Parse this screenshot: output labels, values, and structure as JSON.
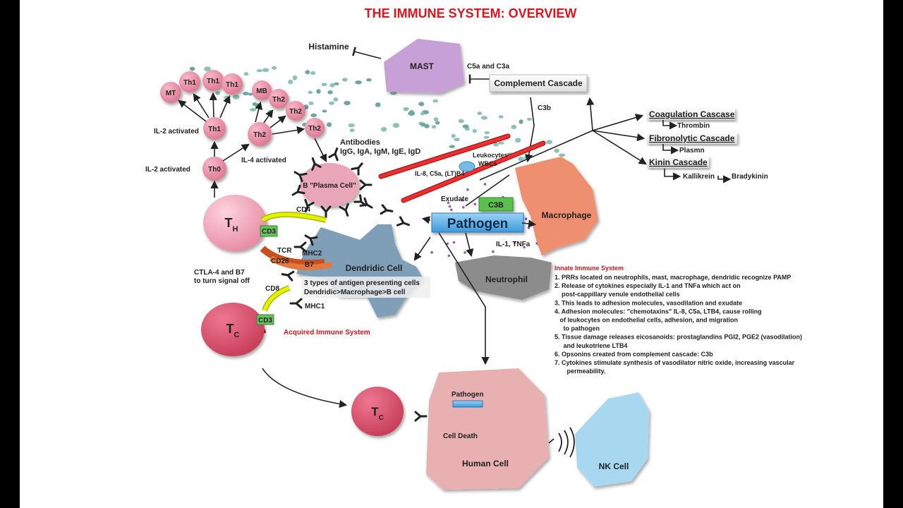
{
  "title": "THE IMMUNE SYSTEM: OVERVIEW",
  "labels": {
    "histamine": "Histamine",
    "mast": "MAST",
    "c5a_c3a": "C5a and C3a",
    "complement_cascade": "Complement Cascade",
    "c3b": "C3b",
    "coagulation_cascade": "Coagulation Cascase",
    "thrombin": "Thrombin",
    "fibronolytic_cascade": "Fibronolytic Cascade",
    "plasmn": "Plasmn",
    "kinin_cascade": "Kinin Cascade",
    "kallikrein": "Kallikrein",
    "bradykinin": "Bradykinin",
    "antibodies": "Antibodies",
    "antibody_types": "IgG, IgA, IgM, IgE, IgD",
    "leukocytes": "Leukocytes",
    "wbcs": "WBCs",
    "il8": "IL-8, C5a, (LT)B4",
    "exudate": "Exudate",
    "c3b_box": "C3B",
    "pathogen": "Pathogen",
    "macrophage": "Macrophage",
    "il1_tnfa": "IL-1, TNFa",
    "neutrophil": "Neutrophil",
    "plasma_cell": "B \"Plasma Cell\"",
    "il2_activated_1": "IL-2 activated",
    "il2_activated_2": "IL-2 activated",
    "il4_activated": "IL-4 activated",
    "mt": "MT",
    "th1": "Th1",
    "mb": "MB",
    "th2": "Th2",
    "th0": "Th0",
    "th_main": "T",
    "th_sub": "H",
    "cd4": "CD4",
    "cd3": "CD3",
    "tcr": "TCR",
    "mhc2": "MHC2",
    "cd28": "CD28",
    "b7": "B7",
    "dendritic_cell": "Dendridic Cell",
    "apc_line1": "3 types of antigen presenting cells",
    "apc_line2": "Dendridic>Macrophage>B cell",
    "ctla4_line1": "CTLA-4 and B7",
    "ctla4_line2": "to turn signal off",
    "cd8": "CD8",
    "mhc1": "MHC1",
    "tc_main": "T",
    "tc_sub": "C",
    "acquired": "Acquired Immune System",
    "pathogen_small": "Pathogen",
    "cell_death": "Cell Death",
    "human_cell": "Human Cell",
    "nk_cell": "NK Cell"
  },
  "innate": {
    "heading": "Innate Immune System",
    "lines": [
      "1. PRRs located on neutrophils, mast, macrophage, dendridic recognize PAMP",
      "2. Release of cytokines especially IL-1 and TNFa which act on",
      "    post-cappillary venule endothelial cells",
      "3. This leads to adhesion molecules, vasodilation and exudate",
      "4. Adhesion molecules: \"chemotaxins\" IL-8, C5a, LTB4, cause rolling",
      "   of leukocytes on endothelial cells, adhesion, and migration",
      "     to pathogen",
      "5. Tissue damage releases eicosanoids: prostaglandins PGI2, PGE2 (vasodilation)",
      "     and leukotriene LTB4",
      "6. Opsonins created from complement cascade: C3b",
      "7. Cytokines stimulate synthesis of vasodilator nitric oxide, increasing vascular",
      "       permeability."
    ]
  },
  "colors": {
    "title": "#e0141e",
    "t_cell_pink": "#f0a0b4",
    "tc_red": "#d8506a",
    "mast_purple": "#c8a0d8",
    "macrophage_salmon": "#ee9070",
    "dendritic_blue": "#7f9fb8",
    "neutrophil_gray": "#8c8c8c",
    "pathogen_blue": "#63b4e8",
    "c3b_green": "#5cc050",
    "human_cell_pink": "#e8b0b0",
    "nk_blue": "#a8d8f0"
  }
}
